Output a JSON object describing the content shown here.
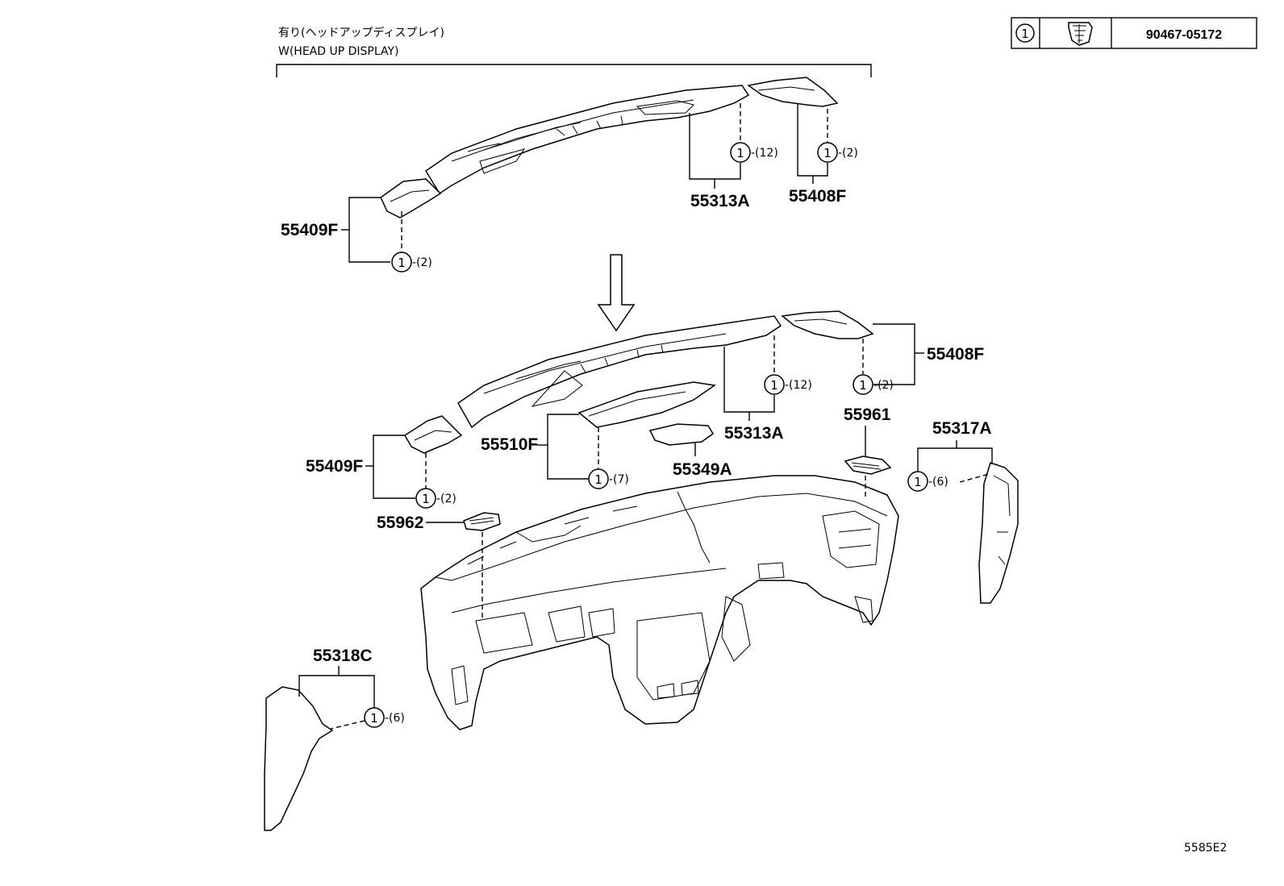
{
  "header": {
    "caption_jp": "有り(ヘッドアップディスプレイ)",
    "caption_en": "W(HEAD UP DISPLAY)"
  },
  "legend": {
    "callout": "1",
    "part_number": "90467-05172",
    "icon": "clip-icon"
  },
  "parts": {
    "p55409F_top": "55409F",
    "p55313A_top": "55313A",
    "p55408F_top": "55408F",
    "p55408F_bot": "55408F",
    "p55313A_bot": "55313A",
    "p55961": "55961",
    "p55317A": "55317A",
    "p55510F": "55510F",
    "p55349A": "55349A",
    "p55409F_bot": "55409F",
    "p55962": "55962",
    "p55318C": "55318C"
  },
  "callouts": {
    "top_55409F": {
      "num": "1",
      "qty": "-(2)"
    },
    "top_55313A": {
      "num": "1",
      "qty": "-(12)"
    },
    "top_55408F": {
      "num": "1",
      "qty": "-(2)"
    },
    "bot_55313A": {
      "num": "1",
      "qty": "-(12)"
    },
    "bot_55408F": {
      "num": "1",
      "qty": "-(2)"
    },
    "bot_55317A": {
      "num": "1",
      "qty": "-(6)"
    },
    "bot_55510F": {
      "num": "1",
      "qty": "-(7)"
    },
    "bot_55409F": {
      "num": "1",
      "qty": "-(2)"
    },
    "bot_55318C": {
      "num": "1",
      "qty": "-(6)"
    }
  },
  "reference": "5585E2"
}
